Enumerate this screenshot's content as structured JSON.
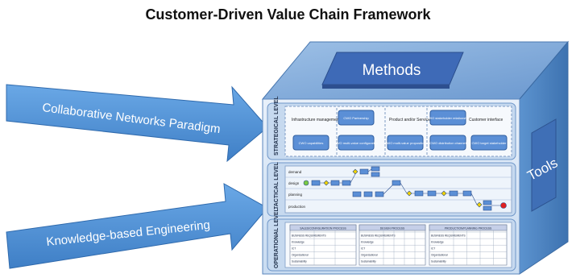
{
  "title": "Customer-Driven Value Chain Framework",
  "arrows": {
    "top": "Collaborative Networks Paradigm",
    "bottom": "Knowledge-based Engineering"
  },
  "cube": {
    "methods": "Methods",
    "tools": "Tools"
  },
  "levels": {
    "strategic": {
      "label": "STRATEGICAL LEVEL",
      "group_labels": [
        "Infrastructure management",
        "Product and/or Service",
        "Customer interface"
      ],
      "boxes": [
        "CWO Partnership",
        "CWO capabilities",
        "CWO multi-value configuration",
        "CWO multi-value proposition",
        "CWO stakeholder relationship",
        "CWO distribution channel",
        "CWO target stakeholder"
      ]
    },
    "tactical": {
      "label": "TACTICAL LEVEL",
      "lanes": [
        "demand",
        "design",
        "planning",
        "production"
      ]
    },
    "operational": {
      "label": "OPERATIONAL LEVEL",
      "processes": [
        {
          "name": "SALES/CONFIGURATION PROCESS"
        },
        {
          "name": "DESIGN PROCESS"
        },
        {
          "name": "PRODUCTION/PLANNING PROCESS"
        }
      ],
      "rows": [
        "BUSINESS REQUIREMENTS",
        "Knowledge",
        "ICT",
        "Organizational",
        "Sustainability"
      ]
    }
  },
  "colors": {
    "arrow": "#4a8fd2",
    "cube_front": "#cfe0f3",
    "cube_top": "#7ca7d6",
    "cube_side": "#4f86c2",
    "methods_plate": "#3f68b5",
    "box_fill": "#5b8fd6"
  }
}
